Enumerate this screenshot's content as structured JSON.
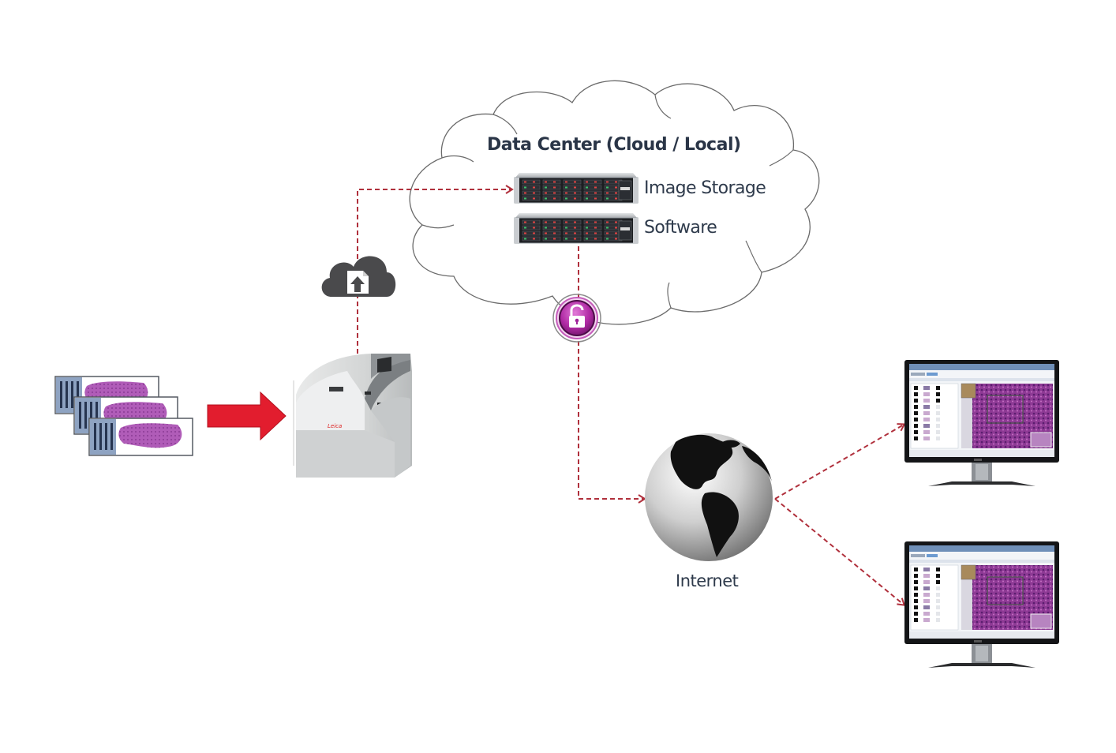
{
  "diagram": {
    "data_center": {
      "title": "Data Center (Cloud / Local)",
      "servers": [
        {
          "label": "Image Storage"
        },
        {
          "label": "Software"
        }
      ]
    },
    "internet": {
      "label": "Internet"
    },
    "nodes": [
      {
        "id": "slides",
        "kind": "glass-slides",
        "count": 3
      },
      {
        "id": "scanner",
        "kind": "slide-scanner"
      },
      {
        "id": "upload",
        "kind": "cloud-upload-icon"
      },
      {
        "id": "lock",
        "kind": "secure-lock-icon"
      },
      {
        "id": "globe",
        "kind": "internet-globe"
      },
      {
        "id": "viewer1",
        "kind": "monitor-viewer"
      },
      {
        "id": "viewer2",
        "kind": "monitor-viewer"
      }
    ],
    "edges": [
      {
        "from": "slides",
        "to": "scanner",
        "style": "solid-arrow"
      },
      {
        "from": "scanner",
        "to": "image-storage",
        "style": "dashed-arrow",
        "via": "upload"
      },
      {
        "from": "software",
        "to": "globe",
        "style": "dashed-arrow",
        "via": "lock"
      },
      {
        "from": "globe",
        "to": "viewer1",
        "style": "dashed-arrow"
      },
      {
        "from": "globe",
        "to": "viewer2",
        "style": "dashed-arrow"
      }
    ],
    "colors": {
      "dashed_line": "#b0303c",
      "solid_arrow": "#e21d2e",
      "lock": "#a8259a",
      "upload_cloud": "#4a4a4c",
      "text": "#2e3a4b"
    }
  }
}
